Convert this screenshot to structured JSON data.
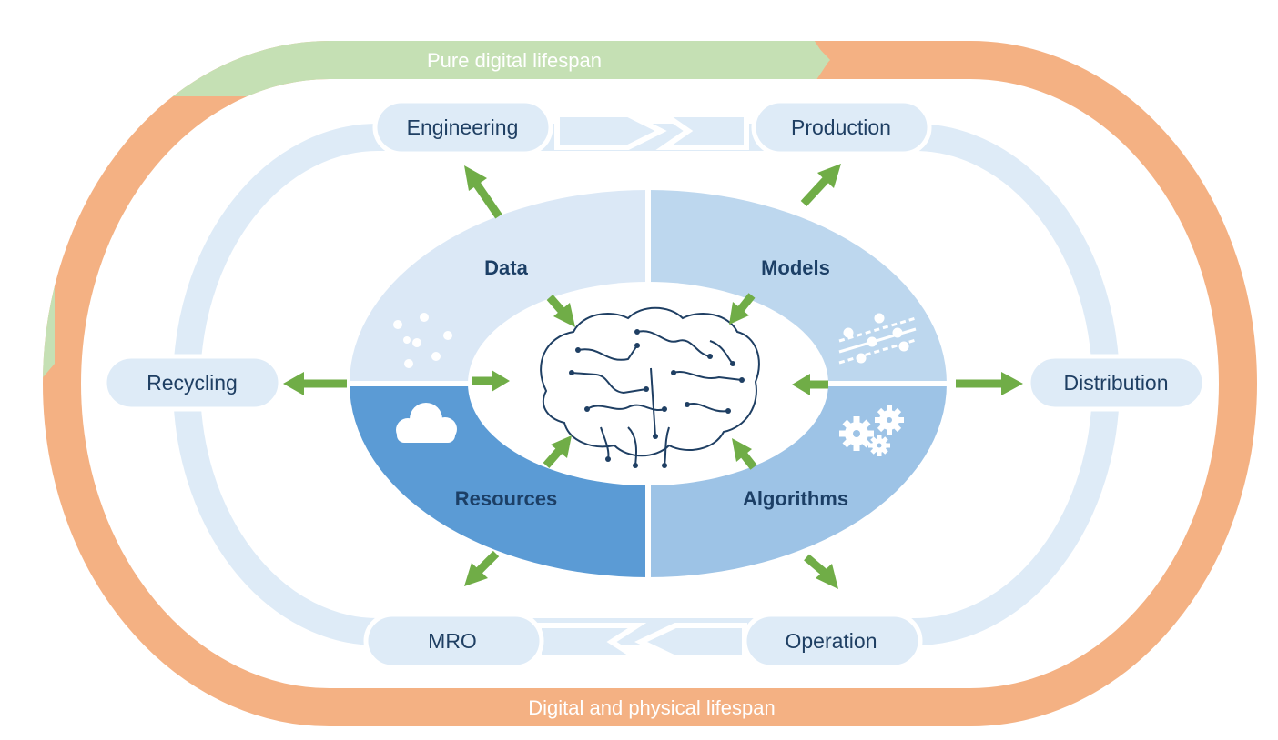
{
  "lifespan": {
    "pure_digital_label": "Pure digital lifespan",
    "digital_physical_label": "Digital and physical lifespan"
  },
  "stages": {
    "engineering": "Engineering",
    "production": "Production",
    "distribution": "Distribution",
    "operation": "Operation",
    "mro": "MRO",
    "recycling": "Recycling"
  },
  "core": {
    "data": "Data",
    "models": "Models",
    "algorithms": "Algorithms",
    "resources": "Resources"
  },
  "colors": {
    "digital_band": "#c5e0b4",
    "physical_band": "#f4b183",
    "ring": "#deebf7",
    "arrow_green": "#70ad47",
    "data_quadrant": "#dbe8f6",
    "models_quadrant": "#bdd7ee",
    "algorithms_quadrant": "#9dc3e6",
    "resources_quadrant": "#5b9bd5",
    "brain_lines": "#1f3f63"
  },
  "icons": {
    "data": "scatter-dots-icon",
    "models": "regression-lines-icon",
    "algorithms": "gears-icon",
    "resources": "cloud-icon",
    "center": "brain-circuit-icon"
  }
}
